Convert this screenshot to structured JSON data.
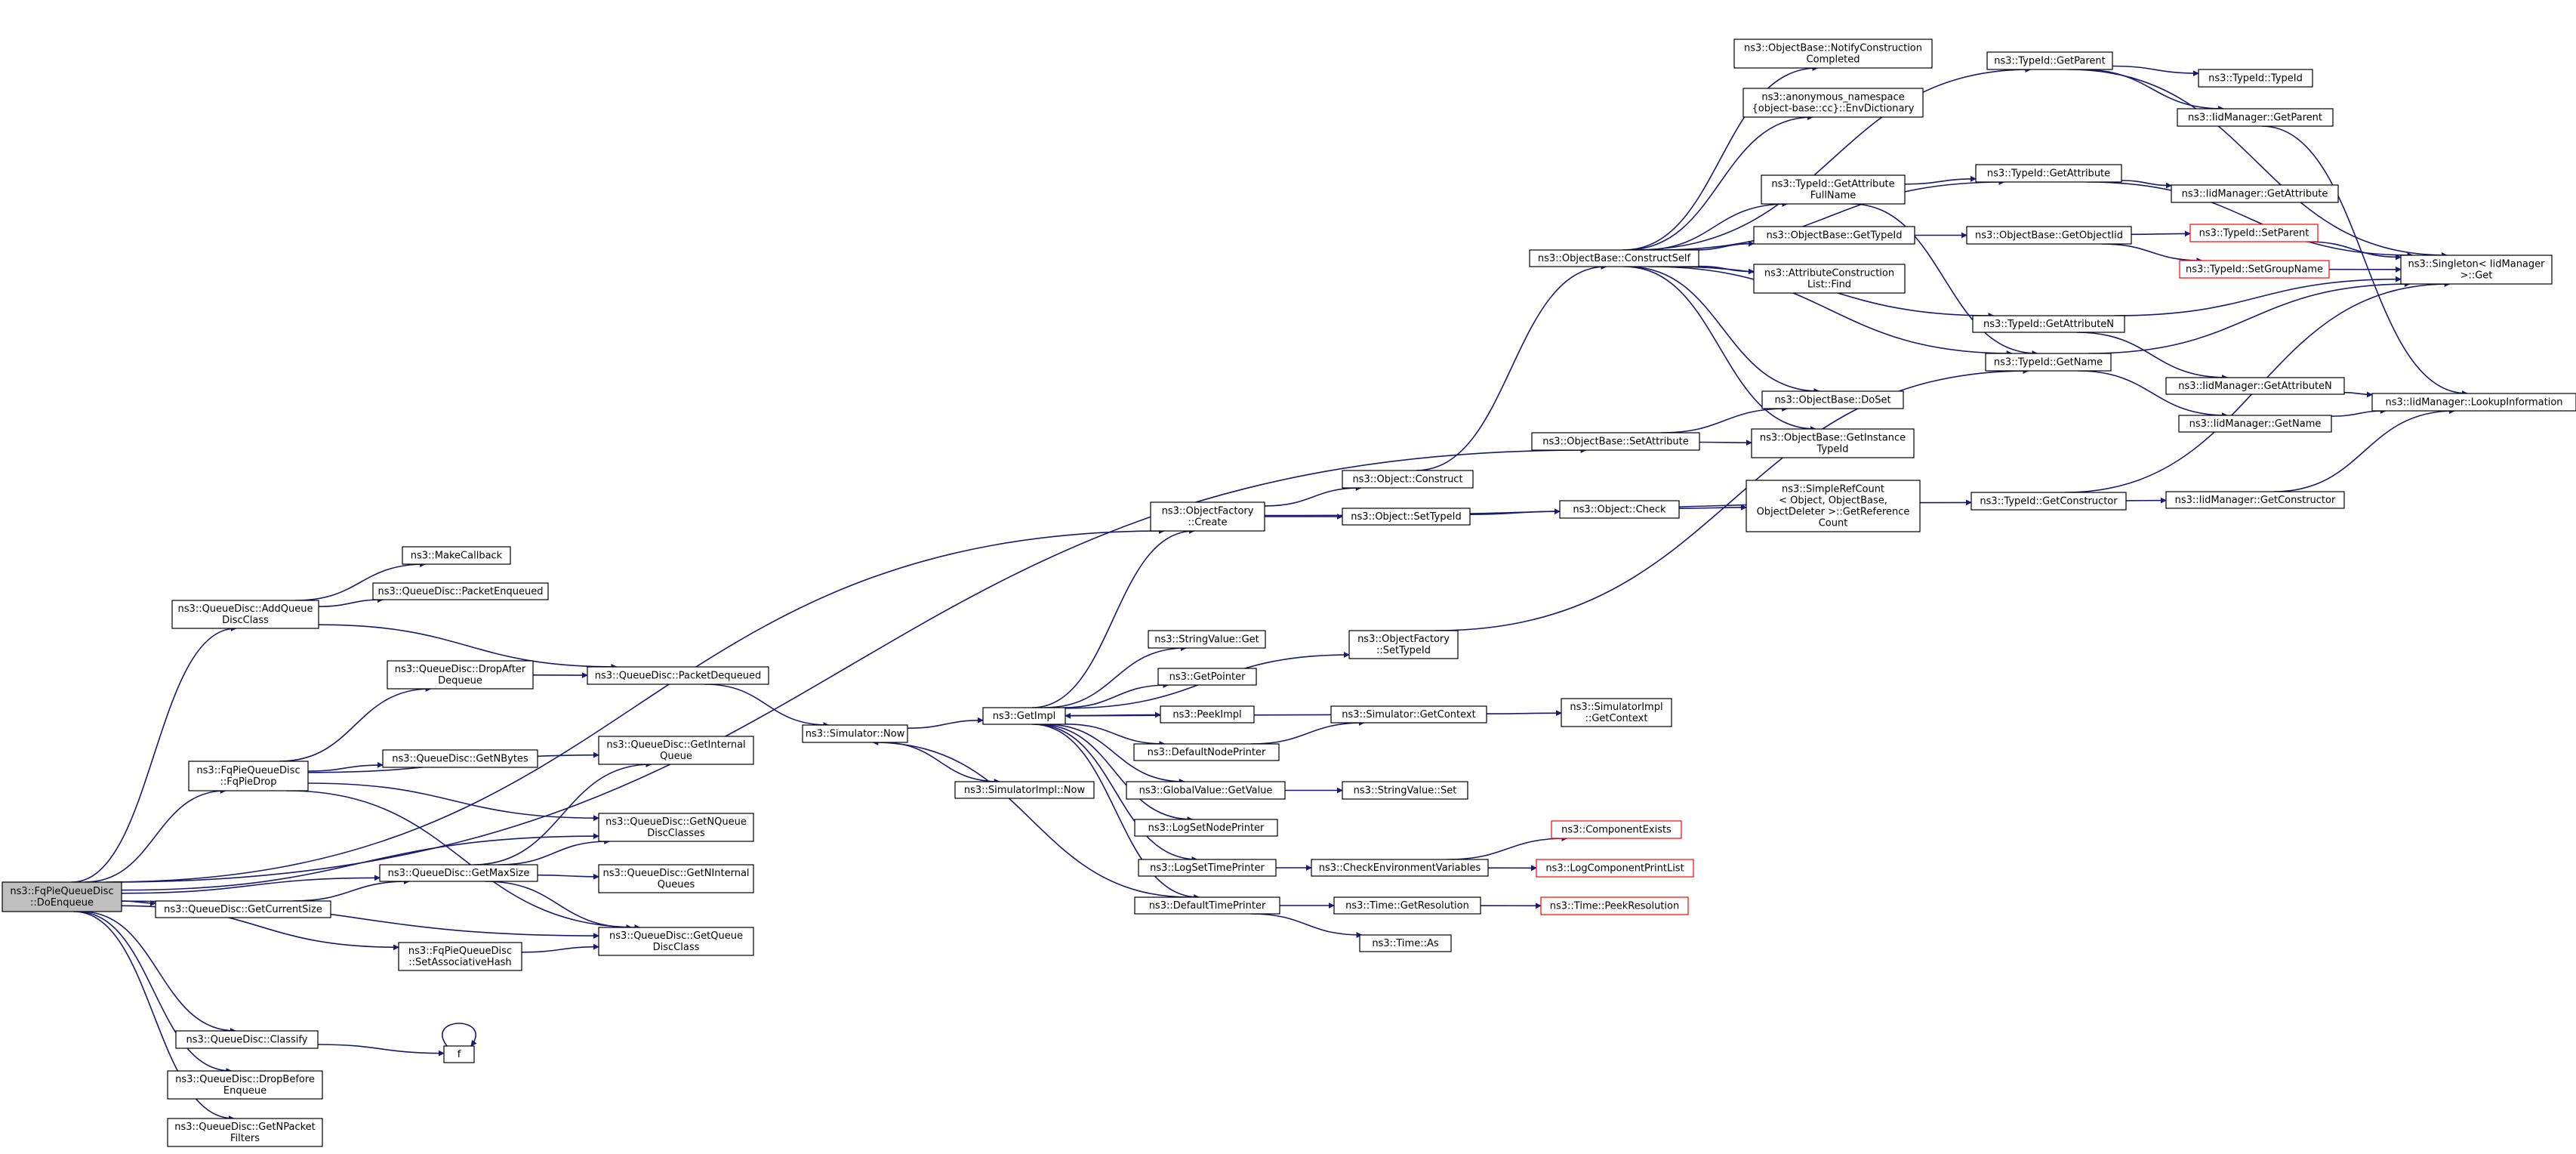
{
  "colors": {
    "edge": "#191970",
    "node_border": "#000000",
    "node_fill": "#ffffff",
    "root_fill": "#bfbfbf",
    "missing_border": "#ff0000"
  },
  "nodes": [
    {
      "id": "root",
      "lines": [
        "ns3::FqPieQueueDisc",
        "::DoEnqueue"
      ],
      "root": true
    },
    {
      "id": "addQueueDiscClass",
      "lines": [
        "ns3::QueueDisc::AddQueue",
        "DiscClass"
      ]
    },
    {
      "id": "fqPieDrop",
      "lines": [
        "ns3::FqPieQueueDisc",
        "::FqPieDrop"
      ]
    },
    {
      "id": "getCurrentSize",
      "lines": [
        "ns3::QueueDisc::GetCurrentSize"
      ]
    },
    {
      "id": "getMaxSize",
      "lines": [
        "ns3::QueueDisc::GetMaxSize"
      ]
    },
    {
      "id": "setAssocHash",
      "lines": [
        "ns3::FqPieQueueDisc",
        "::SetAssociativeHash"
      ]
    },
    {
      "id": "classify",
      "lines": [
        "ns3::QueueDisc::Classify"
      ]
    },
    {
      "id": "dropBeforeEnqueue",
      "lines": [
        "ns3::QueueDisc::DropBefore",
        "Enqueue"
      ]
    },
    {
      "id": "getNPacketFilters",
      "lines": [
        "ns3::QueueDisc::GetNPacket",
        "Filters"
      ]
    },
    {
      "id": "makeCallback",
      "lines": [
        "ns3::MakeCallback"
      ]
    },
    {
      "id": "packetEnqueued",
      "lines": [
        "ns3::QueueDisc::PacketEnqueued"
      ]
    },
    {
      "id": "dropAfterDequeue",
      "lines": [
        "ns3::QueueDisc::DropAfter",
        "Dequeue"
      ]
    },
    {
      "id": "getNBytes",
      "lines": [
        "ns3::QueueDisc::GetNBytes"
      ]
    },
    {
      "id": "packetDequeued",
      "lines": [
        "ns3::QueueDisc::PacketDequeued"
      ]
    },
    {
      "id": "getInternalQueue",
      "lines": [
        "ns3::QueueDisc::GetInternal",
        "Queue"
      ]
    },
    {
      "id": "getNQueueDiscClasses",
      "lines": [
        "ns3::QueueDisc::GetNQueue",
        "DiscClasses"
      ]
    },
    {
      "id": "getNInternalQueues",
      "lines": [
        "ns3::QueueDisc::GetNInternal",
        "Queues"
      ]
    },
    {
      "id": "getQueueDiscClass",
      "lines": [
        "ns3::QueueDisc::GetQueue",
        "DiscClass"
      ]
    },
    {
      "id": "f",
      "lines": [
        "f"
      ]
    },
    {
      "id": "simulatorNow",
      "lines": [
        "ns3::Simulator::Now"
      ]
    },
    {
      "id": "simulatorImplNow",
      "lines": [
        "ns3::SimulatorImpl::Now"
      ]
    },
    {
      "id": "getImpl",
      "lines": [
        "ns3::GetImpl"
      ]
    },
    {
      "id": "objectFactoryCreate",
      "lines": [
        "ns3::ObjectFactory",
        "::Create"
      ]
    },
    {
      "id": "stringValueGet",
      "lines": [
        "ns3::StringValue::Get"
      ]
    },
    {
      "id": "getPointer",
      "lines": [
        "ns3::GetPointer"
      ]
    },
    {
      "id": "peekImpl",
      "lines": [
        "ns3::PeekImpl"
      ]
    },
    {
      "id": "defaultNodePrinter",
      "lines": [
        "ns3::DefaultNodePrinter"
      ]
    },
    {
      "id": "globalValueGetValue",
      "lines": [
        "ns3::GlobalValue::GetValue"
      ]
    },
    {
      "id": "logSetNodePrinter",
      "lines": [
        "ns3::LogSetNodePrinter"
      ]
    },
    {
      "id": "logSetTimePrinter",
      "lines": [
        "ns3::LogSetTimePrinter"
      ]
    },
    {
      "id": "defaultTimePrinter",
      "lines": [
        "ns3::DefaultTimePrinter"
      ]
    },
    {
      "id": "objectConstruct",
      "lines": [
        "ns3::Object::Construct"
      ]
    },
    {
      "id": "objectSetTypeId",
      "lines": [
        "ns3::Object::SetTypeId"
      ]
    },
    {
      "id": "objectFactorySetTypeId",
      "lines": [
        "ns3::ObjectFactory",
        "::SetTypeId"
      ]
    },
    {
      "id": "simulatorGetContext",
      "lines": [
        "ns3::Simulator::GetContext"
      ]
    },
    {
      "id": "stringValueSet",
      "lines": [
        "ns3::StringValue::Set"
      ]
    },
    {
      "id": "checkEnvVars",
      "lines": [
        "ns3::CheckEnvironmentVariables"
      ]
    },
    {
      "id": "timeGetResolution",
      "lines": [
        "ns3::Time::GetResolution"
      ]
    },
    {
      "id": "timeAs",
      "lines": [
        "ns3::Time::As"
      ]
    },
    {
      "id": "objectBaseSetAttribute",
      "lines": [
        "ns3::ObjectBase::SetAttribute"
      ]
    },
    {
      "id": "objectBaseConstructSelf",
      "lines": [
        "ns3::ObjectBase::ConstructSelf"
      ]
    },
    {
      "id": "objectCheck",
      "lines": [
        "ns3::Object::Check"
      ]
    },
    {
      "id": "simulatorImplGetContext",
      "lines": [
        "ns3::SimulatorImpl",
        "::GetContext"
      ]
    },
    {
      "id": "componentExists",
      "lines": [
        "ns3::ComponentExists"
      ],
      "missing": true
    },
    {
      "id": "logComponentPrintList",
      "lines": [
        "ns3::LogComponentPrintList"
      ],
      "missing": true
    },
    {
      "id": "timePeekResolution",
      "lines": [
        "ns3::Time::PeekResolution"
      ],
      "missing": true
    },
    {
      "id": "notifyConstructionCompleted",
      "lines": [
        "ns3::ObjectBase::NotifyConstruction",
        "Completed"
      ]
    },
    {
      "id": "envDictionary",
      "lines": [
        "ns3::anonymous_namespace",
        "{object-base::cc}::EnvDictionary"
      ]
    },
    {
      "id": "getAttributeFullName",
      "lines": [
        "ns3::TypeId::GetAttribute",
        "FullName"
      ]
    },
    {
      "id": "objectBaseGetTypeId",
      "lines": [
        "ns3::ObjectBase::GetTypeId"
      ]
    },
    {
      "id": "attrConstructionListFind",
      "lines": [
        "ns3::AttributeConstruction",
        "List::Find"
      ]
    },
    {
      "id": "objectBaseDoSet",
      "lines": [
        "ns3::ObjectBase::DoSet"
      ]
    },
    {
      "id": "getInstanceTypeId",
      "lines": [
        "ns3::ObjectBase::GetInstance",
        "TypeId"
      ]
    },
    {
      "id": "simpleRefCount",
      "lines": [
        "ns3::SimpleRefCount",
        "< Object, ObjectBase,",
        "ObjectDeleter >::GetReference",
        "Count"
      ]
    },
    {
      "id": "typeIdGetParent",
      "lines": [
        "ns3::TypeId::GetParent"
      ]
    },
    {
      "id": "typeIdGetAttribute",
      "lines": [
        "ns3::TypeId::GetAttribute"
      ]
    },
    {
      "id": "objectBaseGetObjectIid",
      "lines": [
        "ns3::ObjectBase::GetObjectIid"
      ]
    },
    {
      "id": "typeIdGetAttributeN",
      "lines": [
        "ns3::TypeId::GetAttributeN"
      ]
    },
    {
      "id": "typeIdGetName",
      "lines": [
        "ns3::TypeId::GetName"
      ]
    },
    {
      "id": "typeIdGetConstructor",
      "lines": [
        "ns3::TypeId::GetConstructor"
      ]
    },
    {
      "id": "typeIdTypeId",
      "lines": [
        "ns3::TypeId::TypeId"
      ]
    },
    {
      "id": "iidGetParent",
      "lines": [
        "ns3::IidManager::GetParent"
      ]
    },
    {
      "id": "iidGetAttribute",
      "lines": [
        "ns3::IidManager::GetAttribute"
      ]
    },
    {
      "id": "typeIdSetParent",
      "lines": [
        "ns3::TypeId::SetParent"
      ],
      "missing": true
    },
    {
      "id": "typeIdSetGroupName",
      "lines": [
        "ns3::TypeId::SetGroupName"
      ],
      "missing": true
    },
    {
      "id": "iidGetAttributeN",
      "lines": [
        "ns3::IidManager::GetAttributeN"
      ]
    },
    {
      "id": "iidGetName",
      "lines": [
        "ns3::IidManager::GetName"
      ]
    },
    {
      "id": "iidGetConstructor",
      "lines": [
        "ns3::IidManager::GetConstructor"
      ]
    },
    {
      "id": "singletonGet",
      "lines": [
        "ns3::Singleton< IidManager",
        "  >::Get"
      ]
    },
    {
      "id": "iidLookupInformation",
      "lines": [
        "ns3::IidManager::LookupInformation"
      ]
    }
  ],
  "edges": [
    [
      "root",
      "addQueueDiscClass"
    ],
    [
      "root",
      "fqPieDrop"
    ],
    [
      "root",
      "getCurrentSize"
    ],
    [
      "root",
      "getMaxSize"
    ],
    [
      "root",
      "setAssocHash"
    ],
    [
      "root",
      "classify"
    ],
    [
      "root",
      "dropBeforeEnqueue"
    ],
    [
      "root",
      "getNPacketFilters"
    ],
    [
      "root",
      "getNQueueDiscClasses"
    ],
    [
      "root",
      "getQueueDiscClass"
    ],
    [
      "root",
      "objectFactoryCreate"
    ],
    [
      "root",
      "objectBaseSetAttribute"
    ],
    [
      "addQueueDiscClass",
      "makeCallback"
    ],
    [
      "addQueueDiscClass",
      "packetEnqueued"
    ],
    [
      "addQueueDiscClass",
      "packetDequeued"
    ],
    [
      "fqPieDrop",
      "dropAfterDequeue"
    ],
    [
      "fqPieDrop",
      "getNBytes"
    ],
    [
      "fqPieDrop",
      "getInternalQueue"
    ],
    [
      "fqPieDrop",
      "getNQueueDiscClasses"
    ],
    [
      "fqPieDrop",
      "getQueueDiscClass"
    ],
    [
      "dropAfterDequeue",
      "packetDequeued"
    ],
    [
      "packetDequeued",
      "simulatorNow"
    ],
    [
      "getMaxSize",
      "getInternalQueue"
    ],
    [
      "getMaxSize",
      "getNQueueDiscClasses"
    ],
    [
      "getMaxSize",
      "getNInternalQueues"
    ],
    [
      "getMaxSize",
      "getQueueDiscClass"
    ],
    [
      "getCurrentSize",
      "getMaxSize"
    ],
    [
      "setAssocHash",
      "getQueueDiscClass"
    ],
    [
      "classify",
      "f"
    ],
    [
      "f",
      "f"
    ],
    [
      "simulatorNow",
      "getImpl"
    ],
    [
      "simulatorNow",
      "simulatorImplNow"
    ],
    [
      "getImpl",
      "objectFactoryCreate"
    ],
    [
      "getImpl",
      "stringValueGet"
    ],
    [
      "getImpl",
      "getPointer"
    ],
    [
      "getImpl",
      "peekImpl"
    ],
    [
      "getImpl",
      "defaultNodePrinter"
    ],
    [
      "getImpl",
      "globalValueGetValue"
    ],
    [
      "getImpl",
      "logSetNodePrinter"
    ],
    [
      "getImpl",
      "logSetTimePrinter"
    ],
    [
      "getImpl",
      "defaultTimePrinter"
    ],
    [
      "getImpl",
      "objectFactorySetTypeId"
    ],
    [
      "defaultNodePrinter",
      "simulatorGetContext"
    ],
    [
      "simulatorGetContext",
      "simulatorImplGetContext"
    ],
    [
      "simulatorGetContext",
      "getImpl"
    ],
    [
      "globalValueGetValue",
      "stringValueSet"
    ],
    [
      "logSetTimePrinter",
      "checkEnvVars"
    ],
    [
      "checkEnvVars",
      "componentExists"
    ],
    [
      "checkEnvVars",
      "logComponentPrintList"
    ],
    [
      "defaultTimePrinter",
      "timeGetResolution"
    ],
    [
      "defaultTimePrinter",
      "timeAs"
    ],
    [
      "defaultTimePrinter",
      "simulatorNow"
    ],
    [
      "timeGetResolution",
      "timePeekResolution"
    ],
    [
      "objectFactoryCreate",
      "objectConstruct"
    ],
    [
      "objectFactoryCreate",
      "objectSetTypeId"
    ],
    [
      "objectFactoryCreate",
      "typeIdGetConstructor"
    ],
    [
      "objectSetTypeId",
      "objectCheck"
    ],
    [
      "objectCheck",
      "simpleRefCount"
    ],
    [
      "objectConstruct",
      "objectBaseConstructSelf"
    ],
    [
      "objectFactorySetTypeId",
      "typeIdGetName"
    ],
    [
      "objectBaseSetAttribute",
      "objectBaseDoSet"
    ],
    [
      "objectBaseSetAttribute",
      "getInstanceTypeId"
    ],
    [
      "objectBaseConstructSelf",
      "notifyConstructionCompleted"
    ],
    [
      "objectBaseConstructSelf",
      "envDictionary"
    ],
    [
      "objectBaseConstructSelf",
      "getAttributeFullName"
    ],
    [
      "objectBaseConstructSelf",
      "objectBaseGetTypeId"
    ],
    [
      "objectBaseConstructSelf",
      "attrConstructionListFind"
    ],
    [
      "objectBaseConstructSelf",
      "objectBaseDoSet"
    ],
    [
      "objectBaseConstructSelf",
      "getInstanceTypeId"
    ],
    [
      "objectBaseConstructSelf",
      "typeIdGetParent"
    ],
    [
      "objectBaseConstructSelf",
      "typeIdGetAttribute"
    ],
    [
      "objectBaseConstructSelf",
      "typeIdGetAttributeN"
    ],
    [
      "objectBaseConstructSelf",
      "typeIdGetName"
    ],
    [
      "getAttributeFullName",
      "typeIdGetAttribute"
    ],
    [
      "getAttributeFullName",
      "typeIdGetName"
    ],
    [
      "objectBaseGetTypeId",
      "objectBaseGetObjectIid"
    ],
    [
      "objectBaseGetObjectIid",
      "typeIdSetParent"
    ],
    [
      "objectBaseGetObjectIid",
      "typeIdSetGroupName"
    ],
    [
      "typeIdGetParent",
      "typeIdTypeId"
    ],
    [
      "typeIdGetParent",
      "iidGetParent"
    ],
    [
      "typeIdGetParent",
      "singletonGet"
    ],
    [
      "typeIdGetAttribute",
      "iidGetAttribute"
    ],
    [
      "typeIdGetAttribute",
      "singletonGet"
    ],
    [
      "typeIdGetAttributeN",
      "iidGetAttributeN"
    ],
    [
      "typeIdGetAttributeN",
      "singletonGet"
    ],
    [
      "typeIdGetName",
      "iidGetName"
    ],
    [
      "typeIdGetName",
      "singletonGet"
    ],
    [
      "typeIdGetConstructor",
      "iidGetConstructor"
    ],
    [
      "typeIdGetConstructor",
      "singletonGet"
    ],
    [
      "typeIdSetParent",
      "singletonGet"
    ],
    [
      "typeIdSetGroupName",
      "singletonGet"
    ],
    [
      "iidGetParent",
      "iidLookupInformation"
    ],
    [
      "iidGetAttributeN",
      "iidLookupInformation"
    ],
    [
      "iidGetName",
      "iidLookupInformation"
    ],
    [
      "iidGetConstructor",
      "iidLookupInformation"
    ]
  ]
}
